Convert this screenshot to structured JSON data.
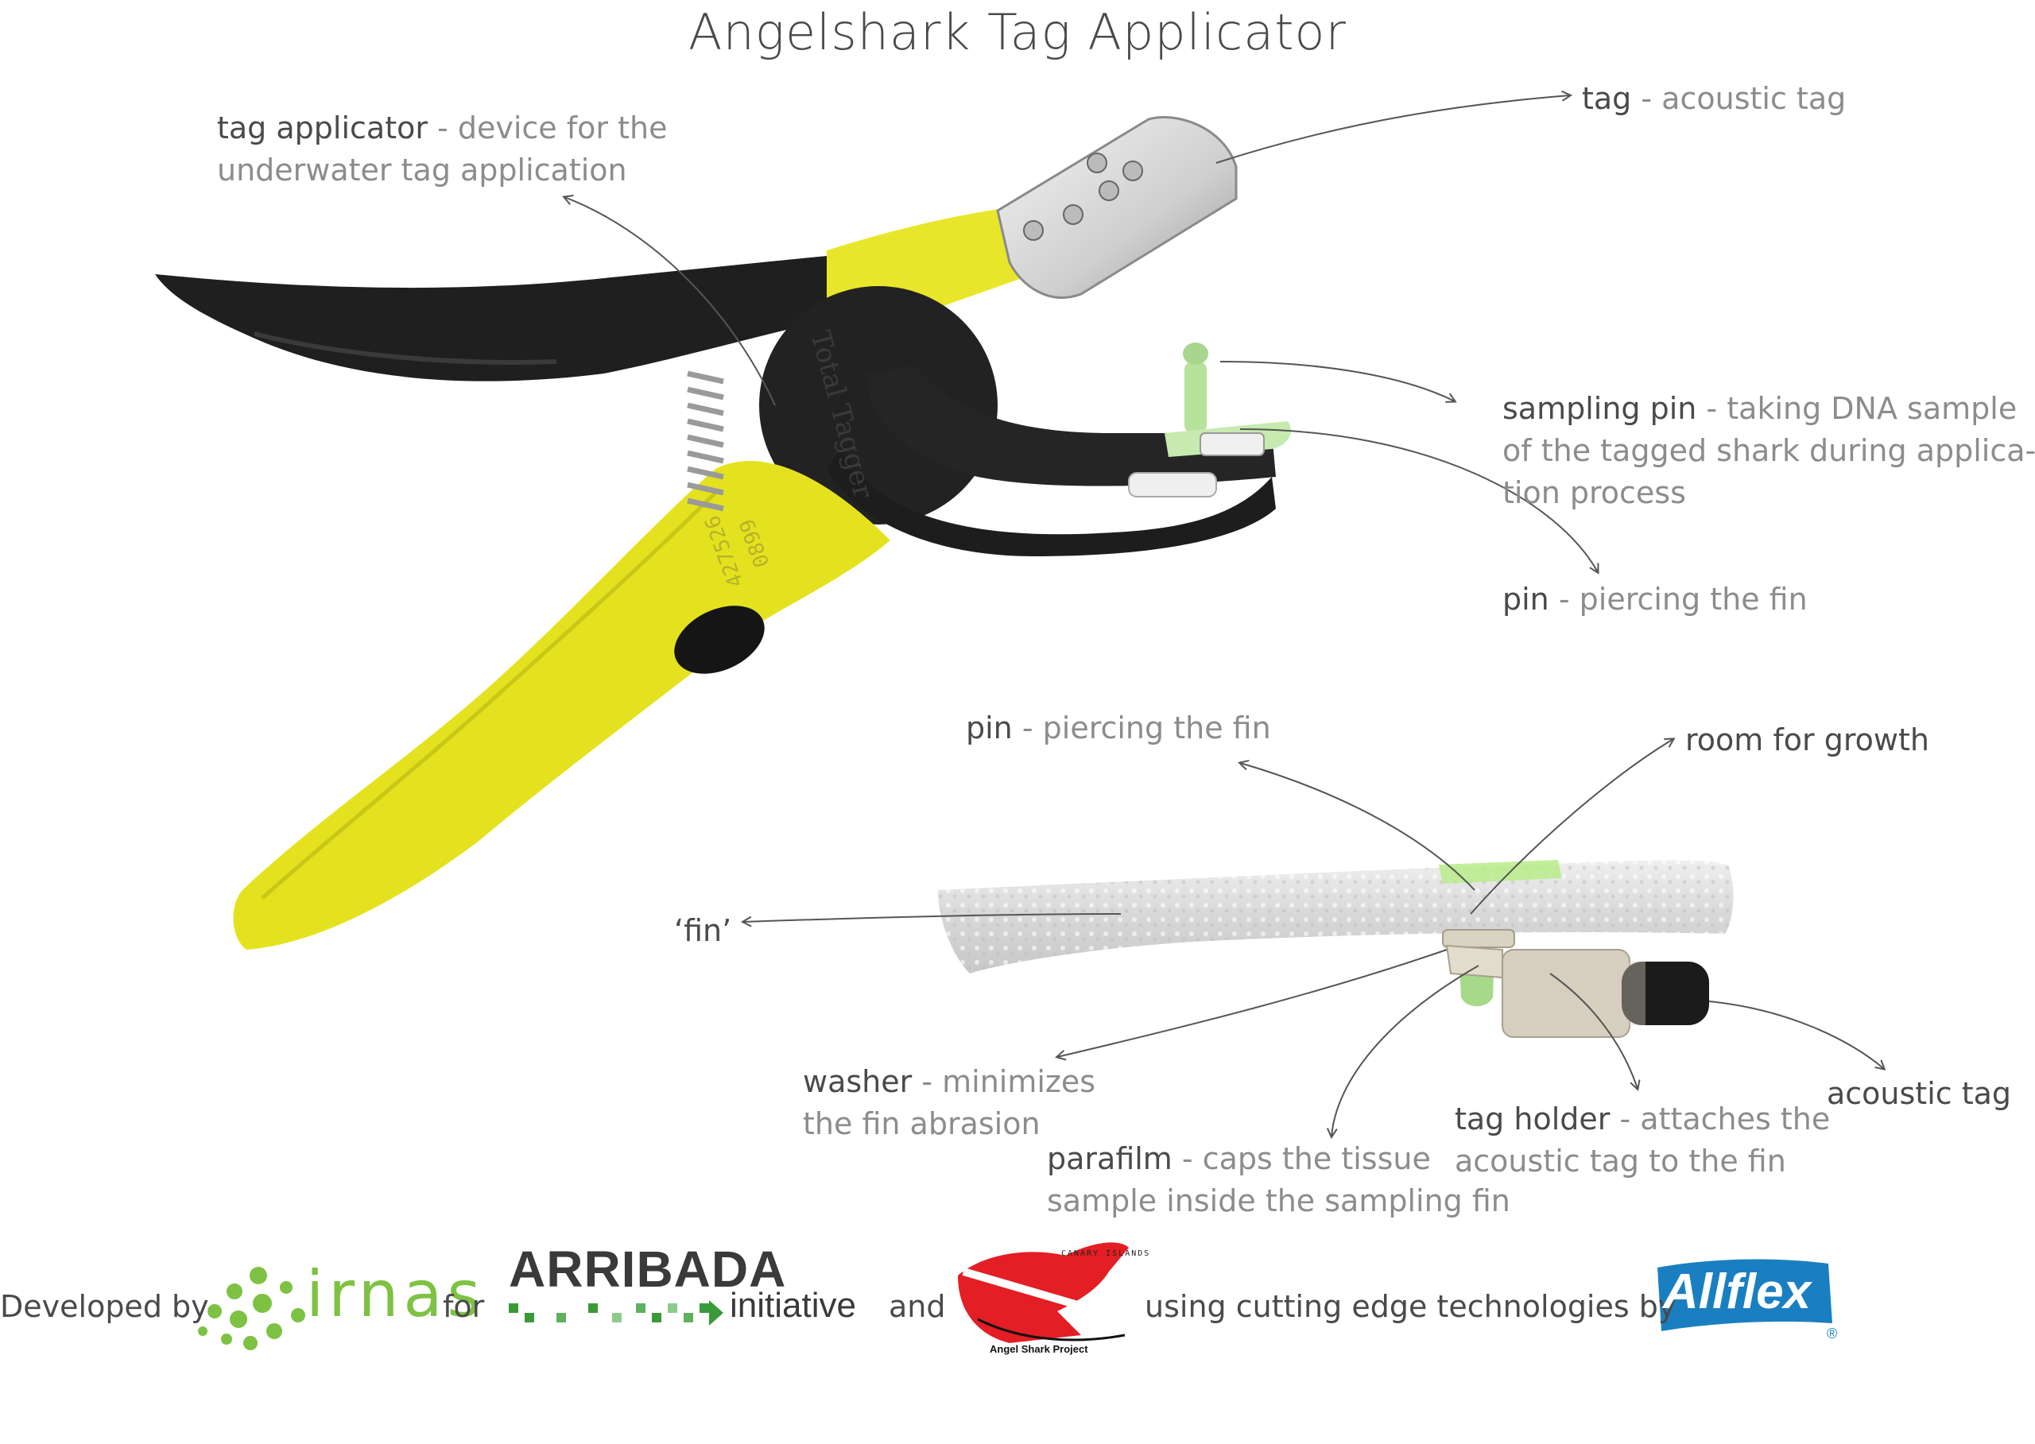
{
  "title": "Angelshark Tag Applicator",
  "labels": {
    "tag_applicator": {
      "term": "tag applicator",
      "desc": " - device for the",
      "desc2": "underwater tag application"
    },
    "tag": {
      "term": "tag",
      "desc": " - acoustic tag"
    },
    "sampling_pin": {
      "term": "sampling pin",
      "desc": " - taking DNA sample",
      "desc2": "of the tagged shark during applica-",
      "desc3": "tion process"
    },
    "pin_top": {
      "term": "pin",
      "desc": " - piercing the fin"
    },
    "pin_bottom": {
      "term": "pin",
      "desc": " - piercing the fin"
    },
    "room_for_growth": {
      "term": "room for growth"
    },
    "fin": {
      "term": "‘fin’"
    },
    "washer": {
      "term": "washer",
      "desc": " - minimizes",
      "desc2": "the fin abrasion"
    },
    "parafilm": {
      "term": "parafilm",
      "desc": " - caps the tissue",
      "desc2": "sample inside the sampling fin"
    },
    "tag_holder": {
      "term": "tag holder",
      "desc": " - attaches the",
      "desc2": "acoustic tag to the fin"
    },
    "acoustic_tag": {
      "term": "acoustic tag"
    }
  },
  "tool_markings": {
    "brand": "Total Tagger",
    "serial_1": "427526",
    "serial_2": "0899"
  },
  "footer": {
    "developed_by": "Developed by",
    "irnas": "irnas",
    "for": "for",
    "arribada_1": "ARRIBADA",
    "arribada_2": "initiative",
    "and": "and",
    "asp_small": "CANARY ISLANDS",
    "asp_name": "Angel Shark Project",
    "using": "using cutting edge technologies by",
    "allflex": "Allflex",
    "registered": "®"
  },
  "colors": {
    "yellow": "#e8e62a",
    "black": "#1d1d1d",
    "green_pin": "#b6e29b",
    "foam": "#dcdcdc",
    "beige": "#d6cfc0",
    "irnas_green": "#7dc242",
    "asp_red": "#e31e24",
    "allflex_blue": "#1a7fc1",
    "text_dark": "#4a4a4a",
    "text_light": "#8c8c8c"
  }
}
